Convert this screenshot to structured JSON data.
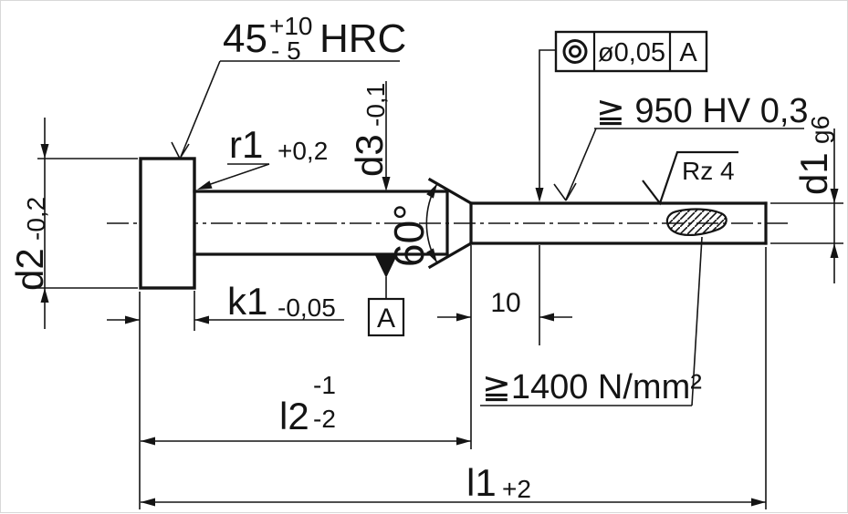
{
  "drawing": {
    "title": "ejector-pin-technical-drawing",
    "line_color": "#141414",
    "background": "#ffffff",
    "head_hardness": {
      "value": "45",
      "tol_upper": "+10",
      "tol_lower": "- 5",
      "unit": "HRC"
    },
    "radius": {
      "label": "r1",
      "tol": "+0,2"
    },
    "shank_diameter": {
      "label": "d3",
      "tol": "-0,1"
    },
    "head_diameter": {
      "label": "d2",
      "tol": "-0,2"
    },
    "pin_diameter": {
      "label": "d1",
      "tol": "g6"
    },
    "cone_angle": "60°",
    "head_thickness": {
      "label": "k1",
      "tol": "-0,05"
    },
    "datum_label": "A",
    "gauge_length": "10",
    "feature_control_frame": {
      "symbol": "concentricity",
      "tolerance": "ø0,05",
      "datum": "A"
    },
    "surface_hardness": "≧ 950 HV 0,3",
    "surface_roughness": "Rz 4",
    "tensile_strength": "≧1400 N/mm²",
    "length_l2": {
      "label": "l2",
      "tol_upper": "-1",
      "tol_lower": "-2"
    },
    "total_length": {
      "label": "l1",
      "tol": "+2"
    }
  }
}
